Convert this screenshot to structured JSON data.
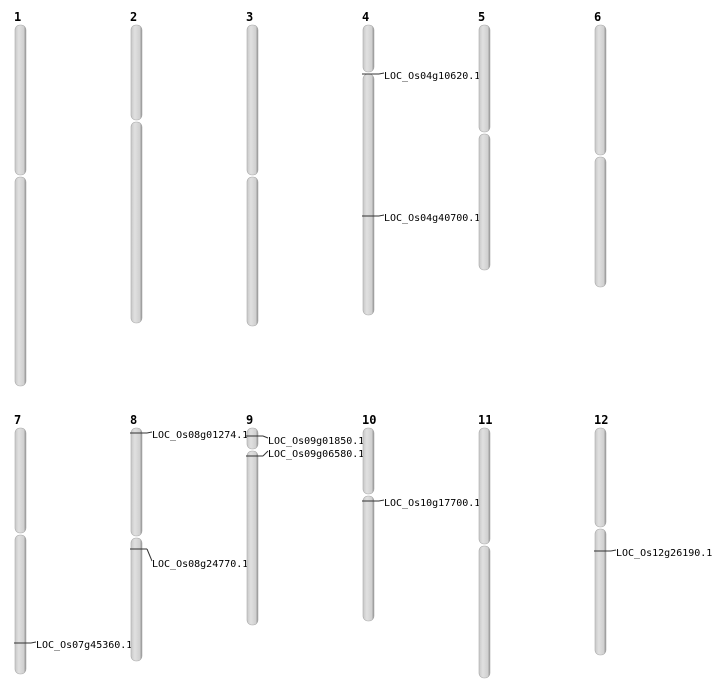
{
  "chromosomes": [
    {
      "name": "1",
      "length": 361,
      "centromere": 151,
      "genes": []
    },
    {
      "name": "2",
      "length": 298,
      "centromere": 96,
      "genes": []
    },
    {
      "name": "3",
      "length": 301,
      "centromere": 151,
      "genes": []
    },
    {
      "name": "4",
      "length": 290,
      "centromere": 48,
      "genes": [
        {
          "id": "LOC_Os04g10620.1",
          "pos": 49,
          "label_pos": 51
        },
        {
          "id": "LOC_Os04g40700.1",
          "pos": 191,
          "label_pos": 193
        }
      ]
    },
    {
      "name": "5",
      "length": 245,
      "centromere": 108,
      "genes": []
    },
    {
      "name": "6",
      "length": 262,
      "centromere": 131,
      "genes": []
    },
    {
      "name": "7",
      "length": 246,
      "centromere": 106,
      "genes": [
        {
          "id": "LOC_Os07g45360.1",
          "pos": 215,
          "label_pos": 217
        }
      ]
    },
    {
      "name": "8",
      "length": 233,
      "centromere": 109,
      "genes": [
        {
          "id": "LOC_Os08g01274.1",
          "pos": 5,
          "label_pos": 7
        },
        {
          "id": "LOC_Os08g24770.1",
          "pos": 121,
          "label_pos": 136
        }
      ]
    },
    {
      "name": "9",
      "length": 197,
      "centromere": 22,
      "genes": [
        {
          "id": "LOC_Os09g01850.1",
          "pos": 8,
          "label_pos": 13
        },
        {
          "id": "LOC_Os09g06580.1",
          "pos": 28,
          "label_pos": 26
        }
      ]
    },
    {
      "name": "10",
      "length": 193,
      "centromere": 67,
      "genes": [
        {
          "id": "LOC_Os10g17700.1",
          "pos": 73,
          "label_pos": 75
        }
      ]
    },
    {
      "name": "11",
      "length": 250,
      "centromere": 117,
      "genes": []
    },
    {
      "name": "12",
      "length": 227,
      "centromere": 100,
      "genes": [
        {
          "id": "LOC_Os12g26190.1",
          "pos": 123,
          "label_pos": 125
        }
      ]
    }
  ],
  "colors": {
    "chromosome": "#d4d4d4",
    "outline": "#777777",
    "marker": "#333333"
  }
}
